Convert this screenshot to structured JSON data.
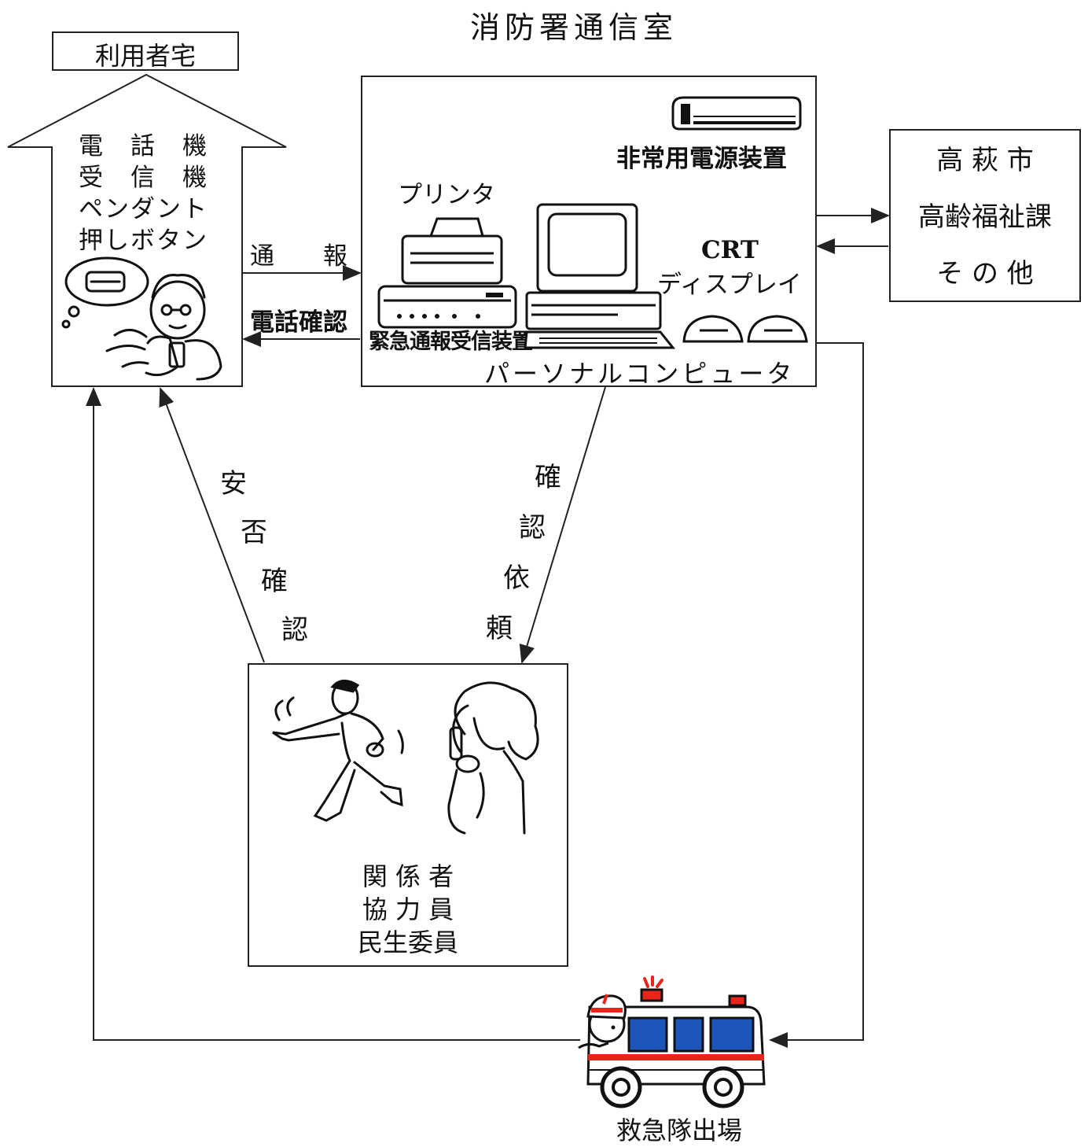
{
  "diagram": {
    "center_title": "消防署通信室",
    "user_home": {
      "label": "利用者宅",
      "lines": [
        "電　話　機",
        "受　信　機",
        "ペンダント",
        "押しボタン"
      ]
    },
    "center_box": {
      "emergency_power": "非常用電源装置",
      "printer": "プリンタ",
      "crt_line1": "CRT",
      "crt_line2": "ディスプレイ",
      "receiver": "緊急通報受信装置",
      "personal_computer": "パーソナルコンピュータ"
    },
    "city_box": {
      "lines": [
        "高 萩 市",
        "高齢福祉課",
        "そ の 他"
      ]
    },
    "arrows": {
      "report": "通　　報",
      "phone_confirm": "電話確認",
      "safety_check": [
        "安",
        "否",
        "確",
        "認"
      ],
      "confirm_request": [
        "確",
        "認",
        "依",
        "頼"
      ]
    },
    "related_box": {
      "lines": [
        "関 係 者",
        "協 力 員",
        "民生委員"
      ]
    },
    "ambulance_label": "救急隊出場"
  },
  "colors": {
    "line": "#222222",
    "siren": "#e8241b",
    "ambulance_window": "#1d56b8",
    "ambulance_stripe": "#e8241b"
  },
  "icons": [
    "elderly-person-phone-icon",
    "printer-icon",
    "computer-icon",
    "emergency-power-icon",
    "running-man-icon",
    "woman-phone-icon",
    "ambulance-icon"
  ]
}
